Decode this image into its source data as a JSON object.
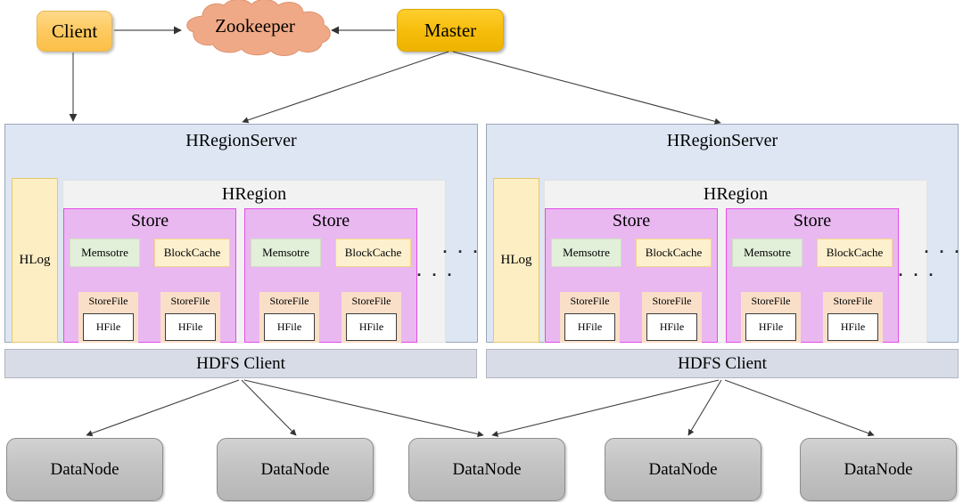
{
  "diagram": {
    "title": "HBase Architecture",
    "type": "architecture-block-diagram"
  },
  "colors": {
    "client_fill": "#fcbf49",
    "master_fill": "#f5bc09",
    "zookeeper_fill": "#f0a986",
    "regionserver_fill": "#dde6f2",
    "hlog_fill": "#fdeec4",
    "hregion_fill": "#f2f2f2",
    "store_fill": "#e9b8f0",
    "store_border": "#e64ce6",
    "memstore_fill": "#e2efd9",
    "blockcache_fill": "#fdf0cf",
    "storefile_fill": "#fadfc8",
    "hfile_fill": "#ffffff",
    "hdfs_client_fill": "#d7dce6",
    "datanode_fill": "#c3c3c3",
    "arrow_stroke": "#3f3f3f"
  },
  "top": {
    "client": "Client",
    "zookeeper": "Zookeeper",
    "master": "Master"
  },
  "region_servers": [
    {
      "title": "HRegionServer",
      "hlog": "HLog",
      "hregion": "HRegion",
      "region_ellipsis": "· · ·",
      "server_ellipsis": "· · ·",
      "stores": [
        {
          "title": "Store",
          "memstore": "Memsotre",
          "blockcache": "BlockCache",
          "storefiles": [
            {
              "label": "StoreFile",
              "hfile": "HFile"
            },
            {
              "label": "StoreFile",
              "hfile": "HFile"
            }
          ]
        },
        {
          "title": "Store",
          "memstore": "Memsotre",
          "blockcache": "BlockCache",
          "storefiles": [
            {
              "label": "StoreFile",
              "hfile": "HFile"
            },
            {
              "label": "StoreFile",
              "hfile": "HFile"
            }
          ]
        }
      ]
    },
    {
      "title": "HRegionServer",
      "hlog": "HLog",
      "hregion": "HRegion",
      "region_ellipsis": "· · ·",
      "server_ellipsis": "· · ·",
      "stores": [
        {
          "title": "Store",
          "memstore": "Memsotre",
          "blockcache": "BlockCache",
          "storefiles": [
            {
              "label": "StoreFile",
              "hfile": "HFile"
            },
            {
              "label": "StoreFile",
              "hfile": "HFile"
            }
          ]
        },
        {
          "title": "Store",
          "memstore": "Memsotre",
          "blockcache": "BlockCache",
          "storefiles": [
            {
              "label": "StoreFile",
              "hfile": "HFile"
            },
            {
              "label": "StoreFile",
              "hfile": "HFile"
            }
          ]
        }
      ]
    }
  ],
  "hdfs_clients": [
    {
      "label": "HDFS Client"
    },
    {
      "label": "HDFS Client"
    }
  ],
  "datanodes": [
    {
      "label": "DataNode"
    },
    {
      "label": "DataNode"
    },
    {
      "label": "DataNode"
    },
    {
      "label": "DataNode"
    },
    {
      "label": "DataNode"
    }
  ]
}
